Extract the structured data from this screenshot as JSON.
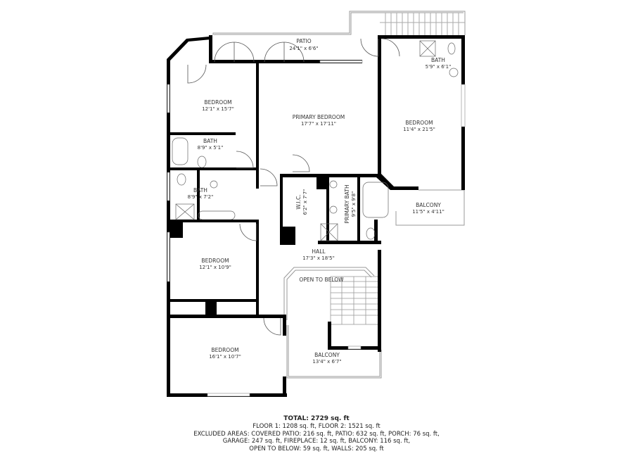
{
  "rooms": {
    "patio": {
      "name": "PATIO",
      "dims": "24'1\" x 6'6\""
    },
    "bath_top_right": {
      "name": "BATH",
      "dims": "5'9\" x 6'1\""
    },
    "bedroom_top_left": {
      "name": "BEDROOM",
      "dims": "12'1\" x 15'7\""
    },
    "primary_bedroom": {
      "name": "PRIMARY BEDROOM",
      "dims": "17'7\" x 17'11\""
    },
    "bedroom_right": {
      "name": "BEDROOM",
      "dims": "11'4\" x 21'5\""
    },
    "bath_left_1": {
      "name": "BATH",
      "dims": "8'9\" x 5'1\""
    },
    "bath_left_2": {
      "name": "BATH",
      "dims": "8'9\" x 7'2\""
    },
    "wic": {
      "name": "W.I.C.",
      "dims": "6'2\" x 7'7\""
    },
    "primary_bath": {
      "name": "PRIMARY BATH",
      "dims": "9'5\" x 9'8\""
    },
    "balcony_right": {
      "name": "BALCONY",
      "dims": "11'5\" x 4'11\""
    },
    "hall": {
      "name": "HALL",
      "dims": "17'3\" x 18'5\""
    },
    "open_to_below": {
      "name": "OPEN TO BELOW"
    },
    "bedroom_mid_left": {
      "name": "BEDROOM",
      "dims": "12'1\" x 10'9\""
    },
    "bedroom_bottom_left": {
      "name": "BEDROOM",
      "dims": "16'1\" x 10'7\""
    },
    "balcony_bottom": {
      "name": "BALCONY",
      "dims": "13'4\" x 6'7\""
    }
  },
  "summary": {
    "total": "TOTAL: 2729 sq. ft",
    "floors": "FLOOR 1: 1208 sq. ft, FLOOR 2: 1521 sq. ft",
    "excluded_1": "EXCLUDED AREAS: COVERED PATIO: 216 sq. ft, PATIO: 632 sq. ft, PORCH: 76 sq. ft,",
    "excluded_2": "GARAGE: 247 sq. ft, FIREPLACE: 12 sq. ft, BALCONY: 116 sq. ft,",
    "excluded_3": "OPEN TO BELOW: 59 sq. ft, WALLS: 205 sq. ft"
  },
  "colors": {
    "wall": "#000000",
    "thin_line": "#888888",
    "background": "#ffffff"
  }
}
